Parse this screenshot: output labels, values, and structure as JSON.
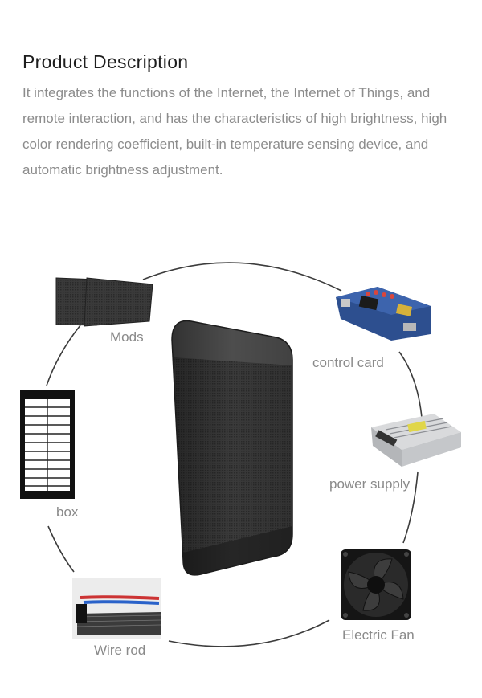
{
  "heading": "Product Description",
  "description": "It integrates the functions of the Internet, the Internet of Things, and remote interaction, and has the characteristics of high brightness, high color rendering coefficient, built-in temperature sensing device, and automatic brightness adjustment.",
  "components": {
    "mods": "Mods",
    "control_card": "control card",
    "box": "box",
    "power_supply": "power supply",
    "wire_rod": "Wire rod",
    "electric_fan": "Electric Fan"
  }
}
